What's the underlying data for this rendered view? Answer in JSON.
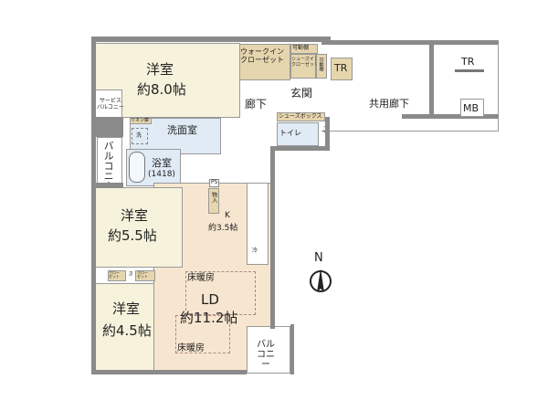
{
  "rooms": {
    "western_8": {
      "name": "洋室",
      "size": "約8.0帖"
    },
    "wic": {
      "name": "ウォークイン\nクローゼット"
    },
    "shelf1": "可動棚",
    "sic": "シューズイン\nクローゼット",
    "shelf2": "可動棚",
    "tr1": "TR",
    "tr2": "TR",
    "mb": "MB",
    "hall": "廊下",
    "entrance": "玄関",
    "common_hall": "共用廊下",
    "shoebox": "シューズボックス",
    "toilet": "トイレ",
    "ps1": "PS",
    "service_balcony": "サービス\nバルコニー",
    "linen": "リネン庫",
    "washer": "洗",
    "washroom": "洗面室",
    "balcony_left": "バルコニー",
    "bath": {
      "name": "浴室",
      "size": "(1418)"
    },
    "ps2": "PS",
    "storage": "物入",
    "kitchen": {
      "name": "K",
      "size": "約3.5帖"
    },
    "fridge": "冷",
    "western_55": {
      "name": "洋室",
      "size": "約5.5帖"
    },
    "closet1": "クロー\nゼット",
    "closet2": "クロー\nゼット",
    "ps3": "PS",
    "western_45": {
      "name": "洋室",
      "size": "約4.5帖"
    },
    "ld": {
      "name": "LD",
      "size": "約11.2帖",
      "heating1": "床暖房",
      "heating2": "床暖房"
    },
    "balcony_right": "バルコニー"
  },
  "compass": {
    "label": "N"
  },
  "colors": {
    "western": "#f6f2dc",
    "ld": "#f7e6cf",
    "wet": "#e0ebf6",
    "storage": "#e6d6ad",
    "wall": "#8a8a8a"
  }
}
